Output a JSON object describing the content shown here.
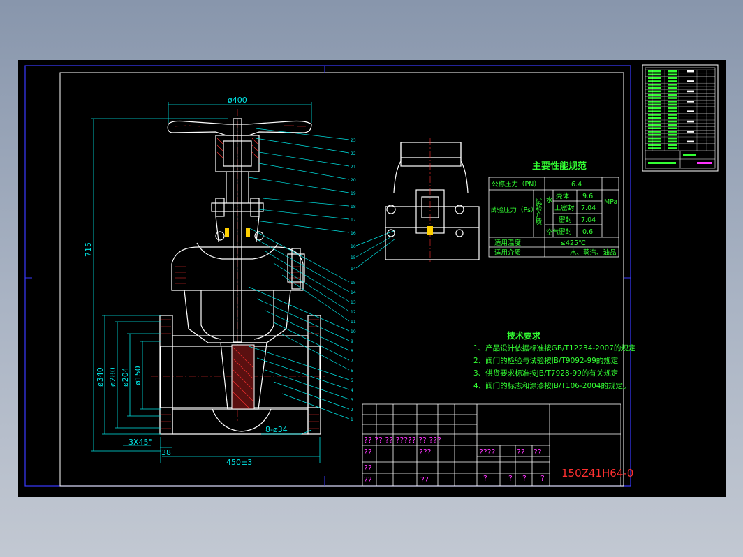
{
  "dims": {
    "handwheel_dia": "ø400",
    "height": "715",
    "flange_dia": "ø340",
    "bolt_circle": "ø280",
    "raised_face": "ø204",
    "bore": "ø150",
    "chamfer": "3X45°",
    "flange_thk": "38",
    "length": "450±3",
    "bolt_holes": "8-ø34"
  },
  "balloons_upper": [
    "23",
    "22",
    "21",
    "20",
    "19",
    "18",
    "17",
    "16"
  ],
  "balloons_lower": [
    "15",
    "14",
    "13",
    "12",
    "11",
    "10",
    "9",
    "8",
    "7",
    "6",
    "5",
    "4",
    "3",
    "2",
    "1"
  ],
  "balloons_detail": [
    "16",
    "15",
    "14"
  ],
  "spec": {
    "title": "主要性能规范",
    "nominal_pressure_label": "公称压力（PN）",
    "nominal_pressure_value": "6.4",
    "test_pressure_label": "试验压力（Ps）",
    "medium_label": "试验介质",
    "water": "水",
    "air": "空气",
    "shell": "壳体",
    "shell_value": "9.6",
    "top_seal": "上密封",
    "top_seal_value": "7.04",
    "seal": "密封",
    "seal_value": "7.04",
    "air_seal": "密封",
    "air_seal_value": "0.6",
    "unit": "MPa",
    "temp_label": "适用温度",
    "temp_value": "≤425℃",
    "media_label": "适用介质",
    "media_value": "水、蒸汽、油品"
  },
  "tech": {
    "title": "技术要求",
    "lines": [
      "1、产品设计依据标准按GB/T12234-2007的规定",
      "2、阀门的检验与试验按JB/T9092-99的规定",
      "3、供货要求标准按JB/T7928-99的有关规定",
      "4、阀门的标志和涂漆按JB/T106-2004的规定。"
    ]
  },
  "title_block": {
    "row1": "?? ?? ?? ????? ?? ???",
    "q1": "??",
    "q2": "???",
    "q3": "????",
    "q4": "??",
    "q5": "??",
    "q6": "??",
    "q7": "??",
    "q8": "?",
    "q9": "?",
    "q10": "?",
    "q11": "?",
    "drawing_no": "150Z41H64-0"
  },
  "colors": {
    "background": "#000000",
    "outline": "#ffffff",
    "dimension": "#00e5e5",
    "frame": "#3a3aff",
    "text_green": "#33ff33",
    "text_magenta": "#ff33ff",
    "drawing_no": "#ff3030"
  }
}
